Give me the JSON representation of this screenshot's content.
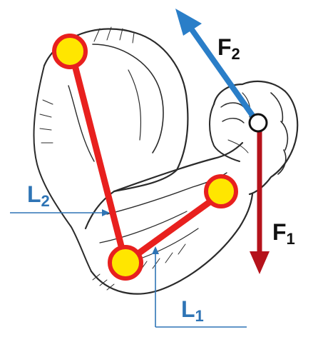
{
  "labels": {
    "f2": {
      "main": "F",
      "sub": "2"
    },
    "f1": {
      "main": "F",
      "sub": "1"
    },
    "l2": {
      "main": "L",
      "sub": "2"
    },
    "l1": {
      "main": "L",
      "sub": "1"
    }
  },
  "colors": {
    "bone": "#e8201e",
    "joint_fill": "#ffe600",
    "force_f1": "#b5121b",
    "force_f2": "#2a7ec8",
    "lever_label": "#2e74b5",
    "force_label": "#111111",
    "pivot_fill": "#ffffff"
  }
}
